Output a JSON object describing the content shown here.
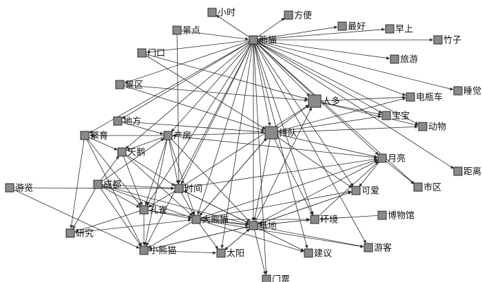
{
  "graph": {
    "nodes": [
      {
        "id": "xiongmao",
        "label": "熊猫",
        "kind": "hub"
      },
      {
        "id": "xiaoshi",
        "label": "小时"
      },
      {
        "id": "fangbian",
        "label": "方便"
      },
      {
        "id": "zuihao",
        "label": "最好"
      },
      {
        "id": "zaoshang",
        "label": "早上"
      },
      {
        "id": "zhuzi",
        "label": "竹子"
      },
      {
        "id": "jingdian",
        "label": "景点"
      },
      {
        "id": "menkou",
        "label": "门口"
      },
      {
        "id": "lvyou",
        "label": "旅游"
      },
      {
        "id": "shuijiao",
        "label": "睡觉"
      },
      {
        "id": "jingqu",
        "label": "景区"
      },
      {
        "id": "renduo",
        "label": "人多",
        "kind": "hub"
      },
      {
        "id": "dianpingche",
        "label": "电瓶车"
      },
      {
        "id": "difang",
        "label": "地方"
      },
      {
        "id": "baobao",
        "label": "宝宝"
      },
      {
        "id": "paidui",
        "label": "排队",
        "kind": "hub"
      },
      {
        "id": "dongwu",
        "label": "动物"
      },
      {
        "id": "fanyu",
        "label": "繁育"
      },
      {
        "id": "chanfang",
        "label": "产房"
      },
      {
        "id": "tiane",
        "label": "天鹅"
      },
      {
        "id": "yueliang",
        "label": "月亮"
      },
      {
        "id": "juli",
        "label": "距离"
      },
      {
        "id": "youlan",
        "label": "游览"
      },
      {
        "id": "chengdu",
        "label": "成都"
      },
      {
        "id": "shijian",
        "label": "时间"
      },
      {
        "id": "shiqu",
        "label": "市区"
      },
      {
        "id": "keai",
        "label": "可爱"
      },
      {
        "id": "kongque",
        "label": "孔雀"
      },
      {
        "id": "daxiongmao",
        "label": "大熊猫"
      },
      {
        "id": "jidi",
        "label": "基地"
      },
      {
        "id": "huanjing",
        "label": "环境"
      },
      {
        "id": "bowuguan",
        "label": "博物馆"
      },
      {
        "id": "yanjiu",
        "label": "研究"
      },
      {
        "id": "xiaoxiongmao",
        "label": "小熊猫"
      },
      {
        "id": "taiyang",
        "label": "太阳"
      },
      {
        "id": "jianyi",
        "label": "建议"
      },
      {
        "id": "youke",
        "label": "游客"
      },
      {
        "id": "menpiao",
        "label": "门票"
      }
    ],
    "edges": [
      [
        "xiongmao",
        "xiaoshi"
      ],
      [
        "xiongmao",
        "fangbian"
      ],
      [
        "xiongmao",
        "zuihao"
      ],
      [
        "xiongmao",
        "zaoshang"
      ],
      [
        "xiongmao",
        "zhuzi"
      ],
      [
        "xiongmao",
        "lvyou"
      ],
      [
        "xiongmao",
        "shuijiao"
      ],
      [
        "xiongmao",
        "dianpingche"
      ],
      [
        "xiongmao",
        "renduo"
      ],
      [
        "xiongmao",
        "paidui"
      ],
      [
        "xiongmao",
        "baobao"
      ],
      [
        "xiongmao",
        "dongwu"
      ],
      [
        "xiongmao",
        "yueliang"
      ],
      [
        "xiongmao",
        "keai"
      ],
      [
        "xiongmao",
        "juli"
      ],
      [
        "xiongmao",
        "jidi"
      ],
      [
        "xiongmao",
        "daxiongmao"
      ],
      [
        "xiongmao",
        "shijian"
      ],
      [
        "xiongmao",
        "chanfang"
      ],
      [
        "xiongmao",
        "kongque"
      ],
      [
        "xiongmao",
        "xiaoxiongmao"
      ],
      [
        "xiongmao",
        "taiyang"
      ],
      [
        "xiongmao",
        "jianyi"
      ],
      [
        "xiongmao",
        "youke"
      ],
      [
        "xiongmao",
        "huanjing"
      ],
      [
        "xiongmao",
        "menpiao"
      ],
      [
        "xiongmao",
        "tiane"
      ],
      [
        "xiongmao",
        "fanyu"
      ],
      [
        "xiongmao",
        "difang"
      ],
      [
        "xiongmao",
        "shiqu"
      ],
      [
        "xiongmao",
        "menkou"
      ],
      [
        "xiongmao",
        "jingqu"
      ],
      [
        "jingdian",
        "xiongmao"
      ],
      [
        "jingdian",
        "shijian"
      ],
      [
        "menkou",
        "renduo"
      ],
      [
        "menkou",
        "paidui"
      ],
      [
        "jingqu",
        "renduo"
      ],
      [
        "jingqu",
        "paidui"
      ],
      [
        "difang",
        "paidui"
      ],
      [
        "difang",
        "chanfang"
      ],
      [
        "renduo",
        "dianpingche"
      ],
      [
        "renduo",
        "baobao"
      ],
      [
        "renduo",
        "dongwu"
      ],
      [
        "paidui",
        "dianpingche"
      ],
      [
        "paidui",
        "baobao"
      ],
      [
        "paidui",
        "dongwu"
      ],
      [
        "paidui",
        "yueliang"
      ],
      [
        "paidui",
        "keai"
      ],
      [
        "paidui",
        "jidi"
      ],
      [
        "paidui",
        "daxiongmao"
      ],
      [
        "paidui",
        "huanjing"
      ],
      [
        "paidui",
        "chanfang"
      ],
      [
        "paidui",
        "renduo"
      ],
      [
        "chanfang",
        "fanyu"
      ],
      [
        "chanfang",
        "tiane"
      ],
      [
        "chanfang",
        "shijian"
      ],
      [
        "chanfang",
        "kongque"
      ],
      [
        "chanfang",
        "daxiongmao"
      ],
      [
        "chanfang",
        "yueliang"
      ],
      [
        "chanfang",
        "jidi"
      ],
      [
        "chanfang",
        "xiaoxiongmao"
      ],
      [
        "fanyu",
        "tiane"
      ],
      [
        "fanyu",
        "yanjiu"
      ],
      [
        "fanyu",
        "kongque"
      ],
      [
        "fanyu",
        "xiaoxiongmao"
      ],
      [
        "tiane",
        "shijian"
      ],
      [
        "tiane",
        "kongque"
      ],
      [
        "tiane",
        "daxiongmao"
      ],
      [
        "chengdu",
        "shijian"
      ],
      [
        "chengdu",
        "kongque"
      ],
      [
        "chengdu",
        "daxiongmao"
      ],
      [
        "chengdu",
        "jidi"
      ],
      [
        "chengdu",
        "yanjiu"
      ],
      [
        "chengdu",
        "xiaoxiongmao"
      ],
      [
        "chengdu",
        "tiane"
      ],
      [
        "chengdu",
        "chanfang"
      ],
      [
        "youlan",
        "shijian"
      ],
      [
        "youlan",
        "xiaoxiongmao"
      ],
      [
        "shijian",
        "yueliang"
      ],
      [
        "shijian",
        "daxiongmao"
      ],
      [
        "shijian",
        "jidi"
      ],
      [
        "shijian",
        "kongque"
      ],
      [
        "shijian",
        "renduo"
      ],
      [
        "kongque",
        "daxiongmao"
      ],
      [
        "kongque",
        "jidi"
      ],
      [
        "kongque",
        "yanjiu"
      ],
      [
        "kongque",
        "xiaoxiongmao"
      ],
      [
        "daxiongmao",
        "jidi"
      ],
      [
        "daxiongmao",
        "yueliang"
      ],
      [
        "daxiongmao",
        "keai"
      ],
      [
        "daxiongmao",
        "huanjing"
      ],
      [
        "daxiongmao",
        "taiyang"
      ],
      [
        "daxiongmao",
        "jianyi"
      ],
      [
        "daxiongmao",
        "youke"
      ],
      [
        "daxiongmao",
        "xiaoxiongmao"
      ],
      [
        "daxiongmao",
        "paidui"
      ],
      [
        "jidi",
        "huanjing"
      ],
      [
        "jidi",
        "keai"
      ],
      [
        "jidi",
        "yueliang"
      ],
      [
        "jidi",
        "jianyi"
      ],
      [
        "jidi",
        "youke"
      ],
      [
        "jidi",
        "menpiao"
      ],
      [
        "jidi",
        "taiyang"
      ],
      [
        "jidi",
        "xiaoxiongmao"
      ],
      [
        "jidi",
        "renduo"
      ],
      [
        "jidi",
        "shijian"
      ],
      [
        "yueliang",
        "shiqu"
      ],
      [
        "yueliang",
        "keai"
      ],
      [
        "bowuguan",
        "huanjing"
      ],
      [
        "xiaoxiongmao",
        "jidi"
      ],
      [
        "xiaoxiongmao",
        "taiyang"
      ],
      [
        "yanjiu",
        "daxiongmao"
      ],
      [
        "taiyang",
        "jidi"
      ],
      [
        "huanjing",
        "yueliang"
      ],
      [
        "keai",
        "jidi"
      ]
    ]
  }
}
